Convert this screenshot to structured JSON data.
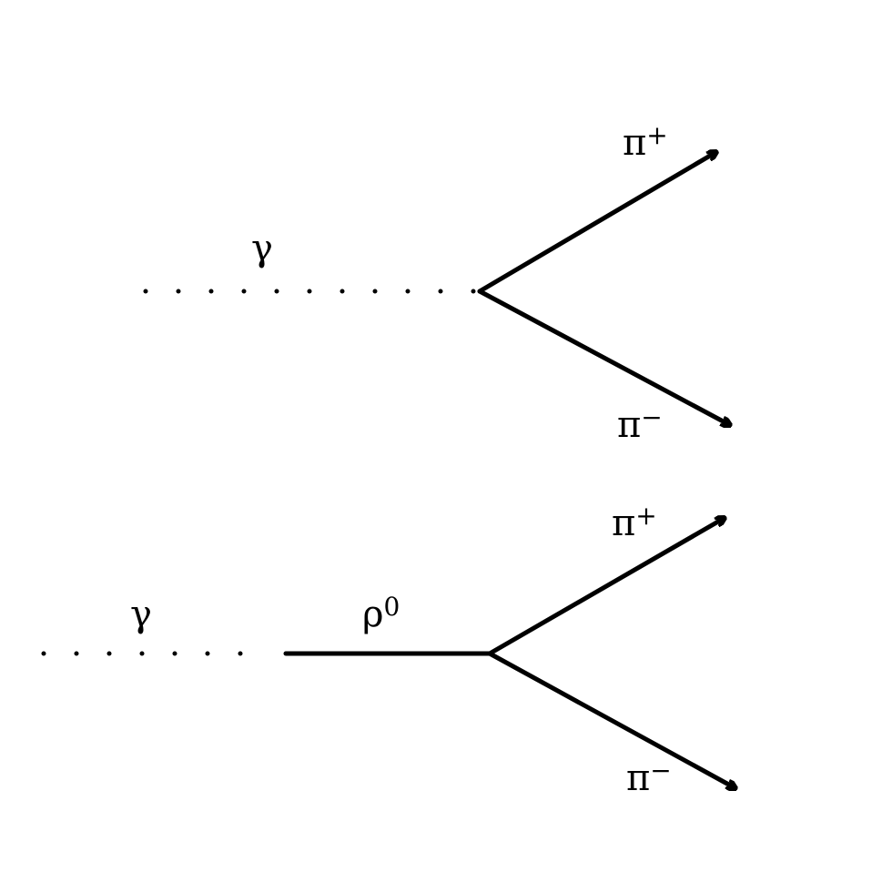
{
  "diagram": {
    "top": {
      "photon_label": "γ",
      "pi_plus": {
        "base": "π",
        "sup": "+"
      },
      "pi_minus": {
        "base": "π",
        "sup": "−"
      }
    },
    "bottom": {
      "photon_label": "γ",
      "rho_label": {
        "base": "ρ",
        "sup": "0"
      },
      "pi_plus": {
        "base": "π",
        "sup": "+"
      },
      "pi_minus": {
        "base": "π",
        "sup": "−"
      }
    }
  },
  "colors": {
    "ink": "#000000",
    "background": "#ffffff"
  }
}
